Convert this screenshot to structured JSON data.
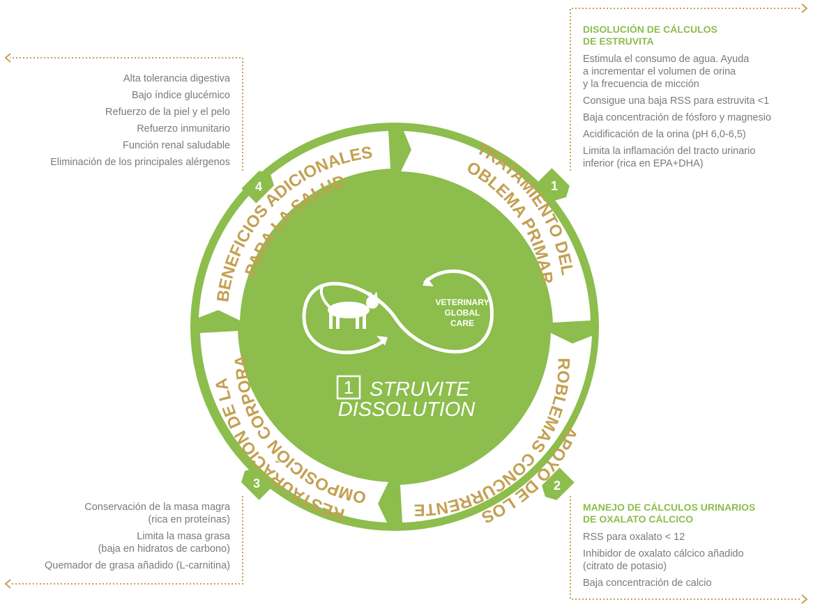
{
  "center": {
    "number": "1",
    "line1": "STRUVITE",
    "line2": "DISSOLUTION",
    "logo_line1": "VETERINARY",
    "logo_line2": "GLOBAL",
    "logo_line3": "CARE",
    "logo_icon": "cat-icon"
  },
  "segments": [
    {
      "number": "1",
      "line1": "TRATAMIENTO DEL",
      "line2": "PROBLEMA PRIMARIO"
    },
    {
      "number": "2",
      "line1": "APOYO DE LOS",
      "line2": "PROBLEMAS CONCURRENTES"
    },
    {
      "number": "3",
      "line1": "RESTAURACIÓN DE LA",
      "line2": "COMPOSICIÓN CORPORAL"
    },
    {
      "number": "4",
      "line1": "BENEFICIOS ADICIONALES",
      "line2": "PARA LA SALUD"
    }
  ],
  "panels": {
    "top_right": {
      "heading_line1": "DISOLUCIÓN DE CÁLCULOS",
      "heading_line2": "DE ESTRUVITA",
      "items": [
        [
          "Estimula el consumo de agua. Ayuda",
          "a incrementar el volumen de orina",
          "y la frecuencia de micción"
        ],
        [
          "Consigue una baja RSS para estruvita <1"
        ],
        [
          "Baja concentración de fósforo y magnesio"
        ],
        [
          "Acidificación de la orina (pH 6,0-6,5)"
        ],
        [
          "Limita la inflamación del tracto urinario",
          "inferior (rica en EPA+DHA)"
        ]
      ]
    },
    "bottom_right": {
      "heading_line1": "MANEJO DE CÁLCULOS URINARIOS",
      "heading_line2": "DE OXALATO CÁLCICO",
      "items": [
        [
          "RSS para oxalato < 12"
        ],
        [
          "Inhibidor de oxalato cálcico añadido",
          "(citrato de potasio)"
        ],
        [
          "Baja concentración de calcio"
        ]
      ]
    },
    "top_left": {
      "items": [
        [
          "Alta tolerancia digestiva"
        ],
        [
          "Bajo índice glucémico"
        ],
        [
          "Refuerzo de la piel y el pelo"
        ],
        [
          "Refuerzo inmunitario"
        ],
        [
          "Función renal saludable"
        ],
        [
          "Eliminación de los principales alérgenos"
        ]
      ]
    },
    "bottom_left": {
      "items": [
        [
          "Conservación de la masa magra",
          "(rica en proteínas)"
        ],
        [
          "Limita la masa grasa",
          "(baja en hidratos de carbono)"
        ],
        [
          "Quemador de grasa añadido (L-carnitina)"
        ]
      ]
    }
  },
  "colors": {
    "green": "#8cbd4d",
    "gold": "#c3a052",
    "text": "#7a7a7a",
    "white": "#ffffff"
  }
}
